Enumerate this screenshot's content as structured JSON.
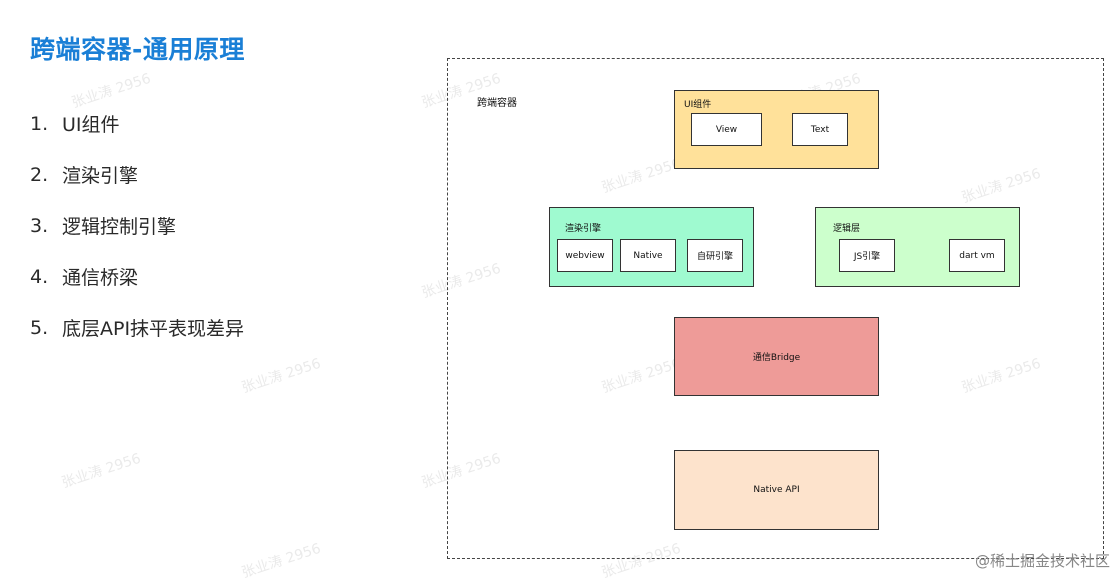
{
  "title": "跨端容器-通用原理",
  "list": [
    {
      "num": "1.",
      "text": "UI组件"
    },
    {
      "num": "2.",
      "text": "渲染引擎"
    },
    {
      "num": "3.",
      "text": "逻辑控制引擎"
    },
    {
      "num": "4.",
      "text": "通信桥梁"
    },
    {
      "num": "5.",
      "text": "底层API抹平表现差异"
    }
  ],
  "diagram": {
    "container_label": "跨端容器",
    "ui": {
      "label": "UI组件",
      "items": [
        "View",
        "Text"
      ]
    },
    "render": {
      "label": "渲染引擎",
      "items": [
        "webview",
        "Native",
        "自研引擎"
      ]
    },
    "logic": {
      "label": "逻辑层",
      "items": [
        "JS引擎",
        "dart vm"
      ]
    },
    "bridge": {
      "label": "通信Bridge"
    },
    "native_api": {
      "label": "Native API"
    }
  },
  "colors": {
    "title": "#1a7fd6",
    "ui_fill": "#ffe19a",
    "render_fill": "#9ffad0",
    "logic_fill": "#ccffcc",
    "bridge_fill": "#ee9b98",
    "native_fill": "#fde3cc"
  },
  "watermark": "张业涛 2956",
  "credit": "@稀土掘金技术社区"
}
